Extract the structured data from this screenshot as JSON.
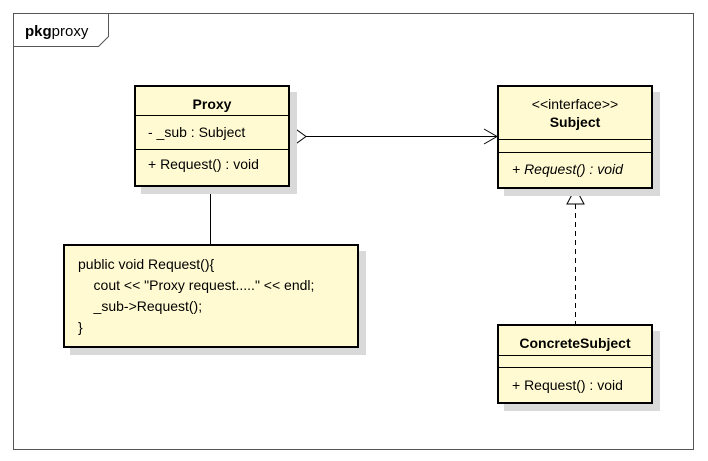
{
  "package": {
    "keyword": "pkg",
    "name": "proxy"
  },
  "classes": {
    "proxy": {
      "name": "Proxy",
      "attributes": [
        "- _sub : Subject"
      ],
      "operations": [
        "+ Request() : void"
      ]
    },
    "subject": {
      "stereotype": "<<interface>>",
      "name": "Subject",
      "operations": [
        "+ Request() : void"
      ]
    },
    "concrete": {
      "name": "ConcreteSubject",
      "operations": [
        "+ Request() : void"
      ]
    }
  },
  "note": {
    "lines": [
      "public void Request(){",
      "    cout << \"Proxy request.....\" << endl;",
      "    _sub->Request();",
      "}"
    ]
  },
  "colors": {
    "class_fill": "#fffad1",
    "shadow": "#d9d9d9",
    "line": "#000000"
  }
}
